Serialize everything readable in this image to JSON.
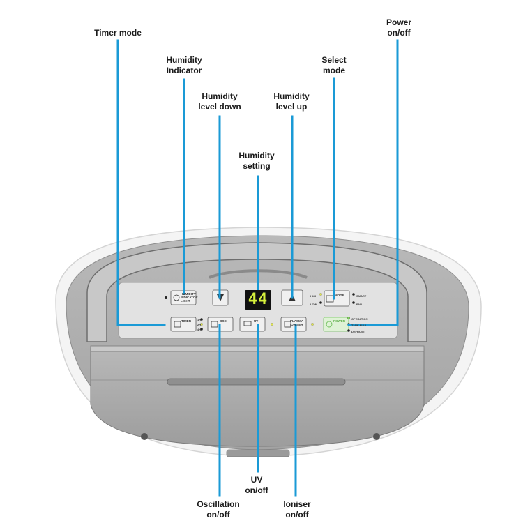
{
  "callouts": {
    "timer_mode": [
      "Timer mode"
    ],
    "humidity_indicator": [
      "Humidity",
      "Indicator"
    ],
    "humidity_level_down": [
      "Humidity",
      "level down"
    ],
    "humidity_setting": [
      "Humidity",
      "setting"
    ],
    "humidity_level_up": [
      "Humidity",
      "level up"
    ],
    "select_mode": [
      "Select",
      "mode"
    ],
    "power": [
      "Power",
      "on/off"
    ],
    "oscillation": [
      "Oscillation",
      "on/off"
    ],
    "uv": [
      "UV",
      "on/off"
    ],
    "ioniser": [
      "Ioniser",
      "on/off"
    ]
  },
  "panel": {
    "display_value": "44",
    "humidity_indicator_light": [
      "HUMIDITY",
      "INDICATOR",
      "LIGHT"
    ],
    "timer": "TIMER",
    "timer_levels": [
      "1H",
      "2H",
      "4H"
    ],
    "osc": "OSC",
    "uv": "UV",
    "plasma_ioniser": [
      "PLASMA",
      "IONISER"
    ],
    "power": "POWER",
    "mode": "MODE",
    "mode_left": [
      "HIGH",
      "LOW"
    ],
    "mode_right": [
      "SMART",
      "FAN"
    ],
    "status": [
      "OPERATION",
      "TANK FULL",
      "DEFROST"
    ]
  },
  "colors": {
    "callout_line": "#1a9ad6",
    "display_digits": "#d6f03c",
    "power_led": "#7ed957",
    "indicator_led": "#e3e84a"
  }
}
